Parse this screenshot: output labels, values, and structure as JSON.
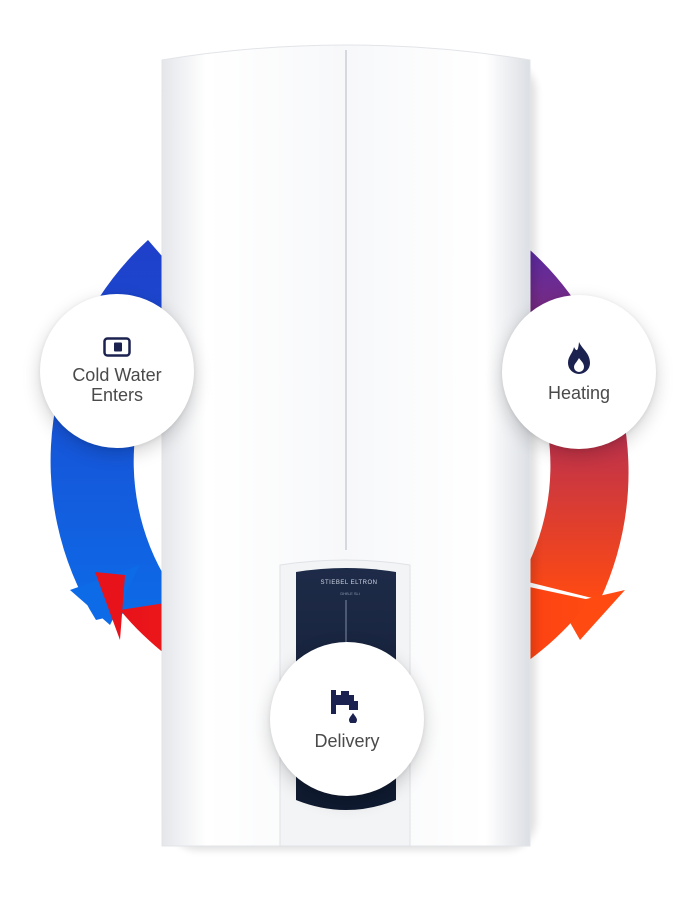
{
  "diagram": {
    "nodes": [
      {
        "id": "cold",
        "label_line1": "Cold Water",
        "label_line2": "Enters",
        "icon": "water-inlet-icon"
      },
      {
        "id": "heat",
        "label": "Heating",
        "icon": "flame-icon"
      },
      {
        "id": "delivery",
        "label": "Delivery",
        "icon": "faucet-icon"
      }
    ],
    "product": {
      "brand": "STIEBEL ELTRON",
      "model": "DHB-E SLi"
    },
    "colors": {
      "cold_blue": "#0d6be8",
      "top_blue": "#1f3fc9",
      "heat_purple": "#5a2aa0",
      "heat_red": "#e03a28",
      "hot_orange": "#ff4a12",
      "delivery_red": "#e8121a",
      "icon_navy": "#1c2250"
    }
  }
}
